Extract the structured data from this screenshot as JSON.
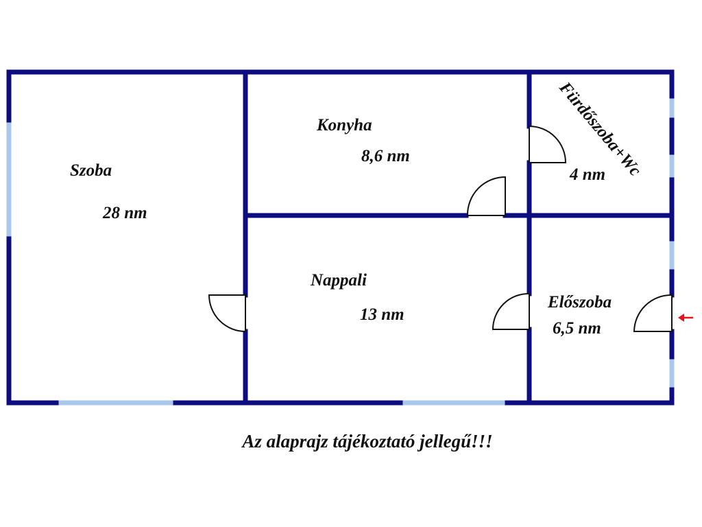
{
  "colors": {
    "wall": "#0d0d80",
    "window": "#a9c8ec",
    "door": "#111111",
    "entrance_arrow": "#e8141a"
  },
  "rooms": {
    "szoba": {
      "name": "Szoba",
      "area": "28 nm"
    },
    "konyha": {
      "name": "Konyha",
      "area": "8,6 nm"
    },
    "furdo": {
      "name": "Fürdőszoba+Wc",
      "area": "4 nm"
    },
    "nappali": {
      "name": "Nappali",
      "area": "13 nm"
    },
    "eloszoba": {
      "name": "Előszoba",
      "area": "6,5 nm"
    }
  },
  "caption": "Az alaprajz tájékoztató jellegű!!!",
  "icons": {
    "entrance": "arrow-left-icon"
  }
}
